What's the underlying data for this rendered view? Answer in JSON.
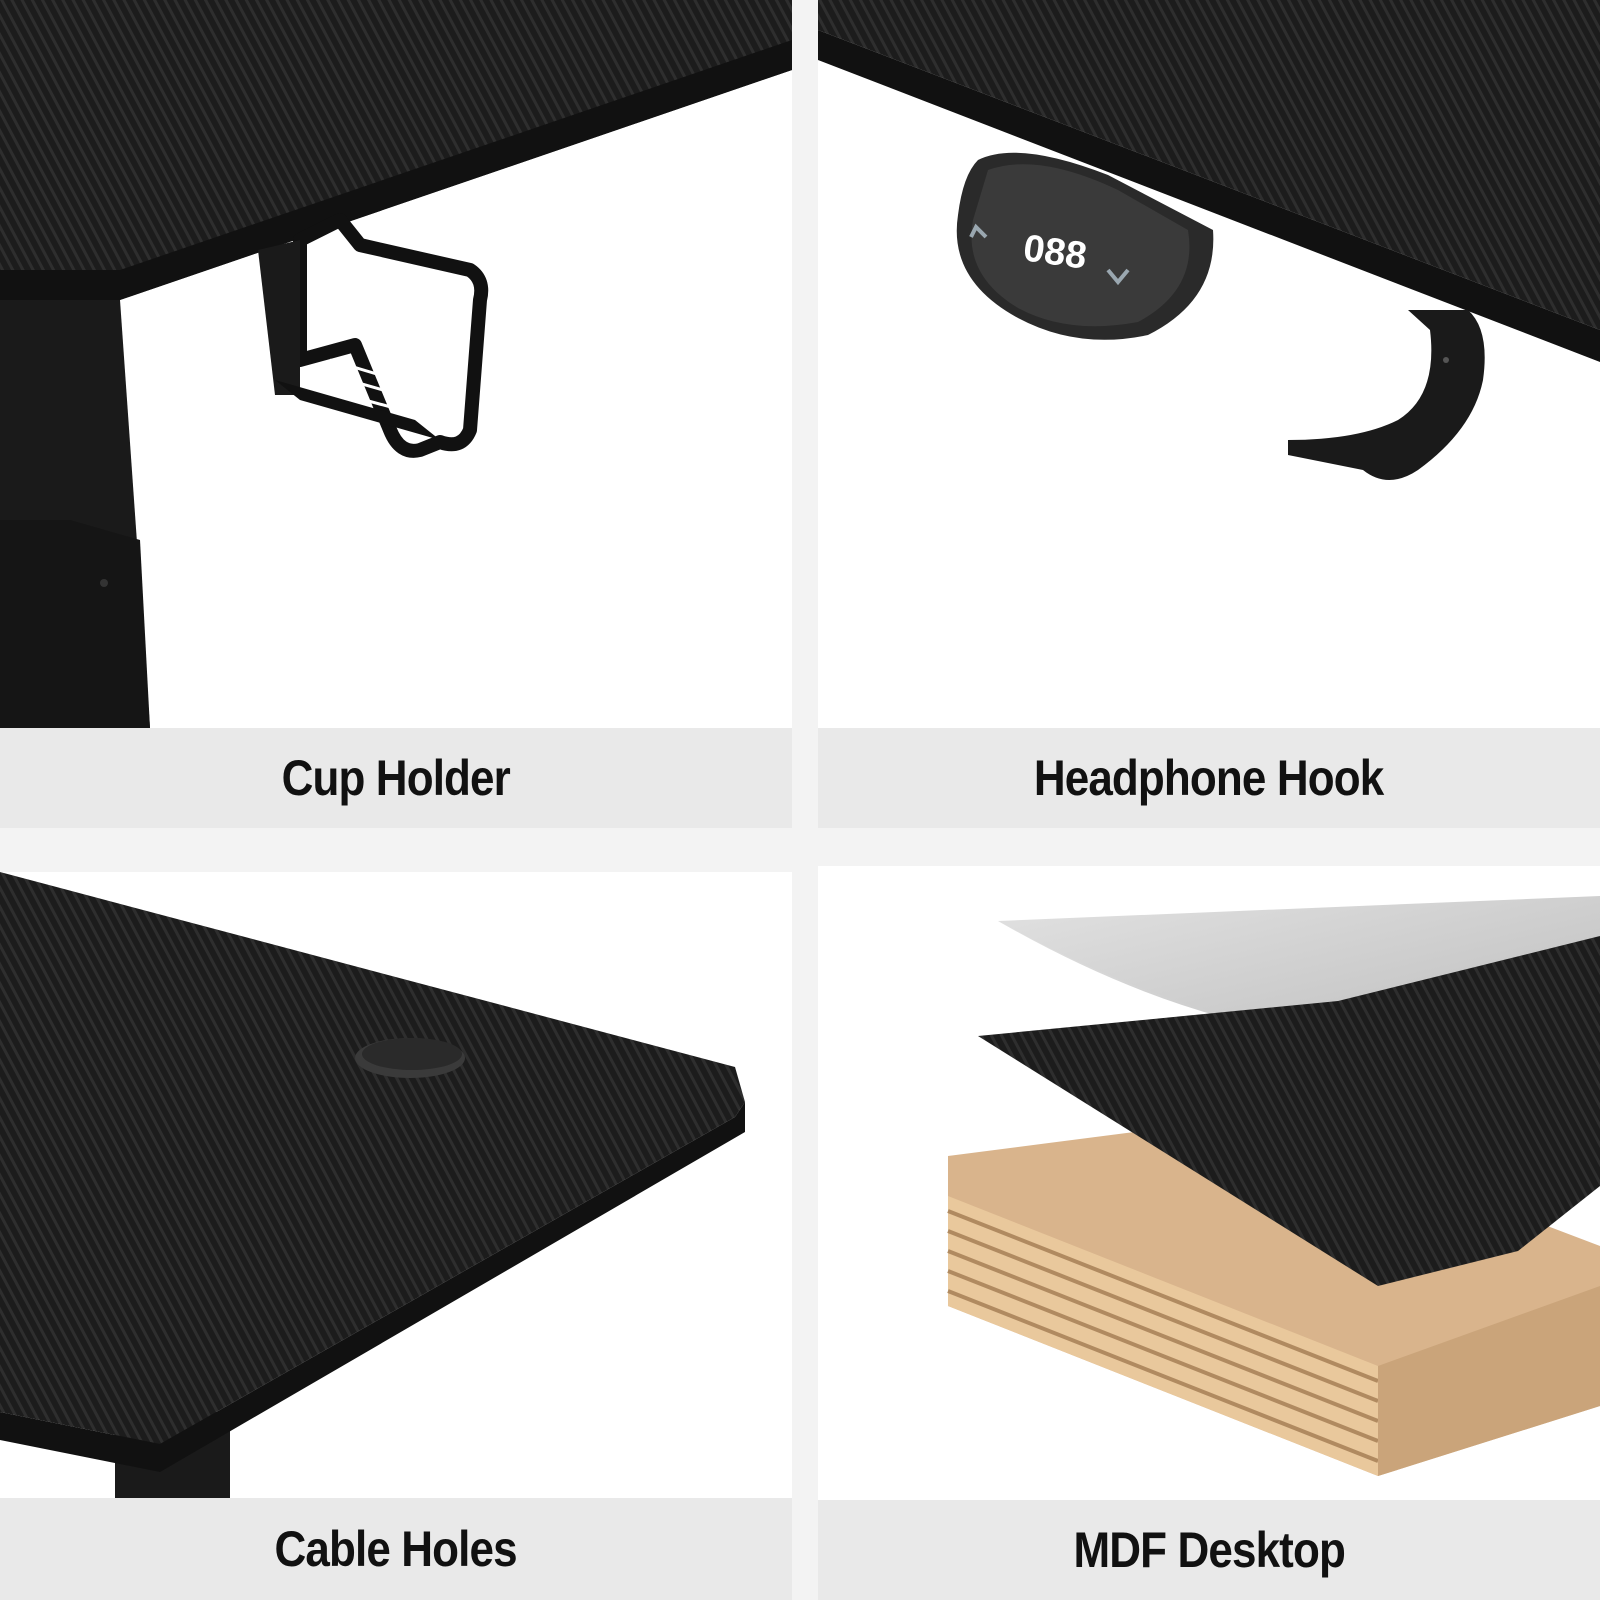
{
  "panels": {
    "cup_holder": {
      "label": "Cup Holder"
    },
    "headphone_hook": {
      "label": "Headphone Hook",
      "display_value": "088"
    },
    "cable_holes": {
      "label": "Cable Holes"
    },
    "mdf_desktop": {
      "label": "MDF Desktop"
    }
  },
  "colors": {
    "desktop": "#1c1c1c",
    "frame": "#1a1a1a",
    "label_bar": "#e9e9e9",
    "background": "#ffffff",
    "wood": "#d9b48c"
  }
}
